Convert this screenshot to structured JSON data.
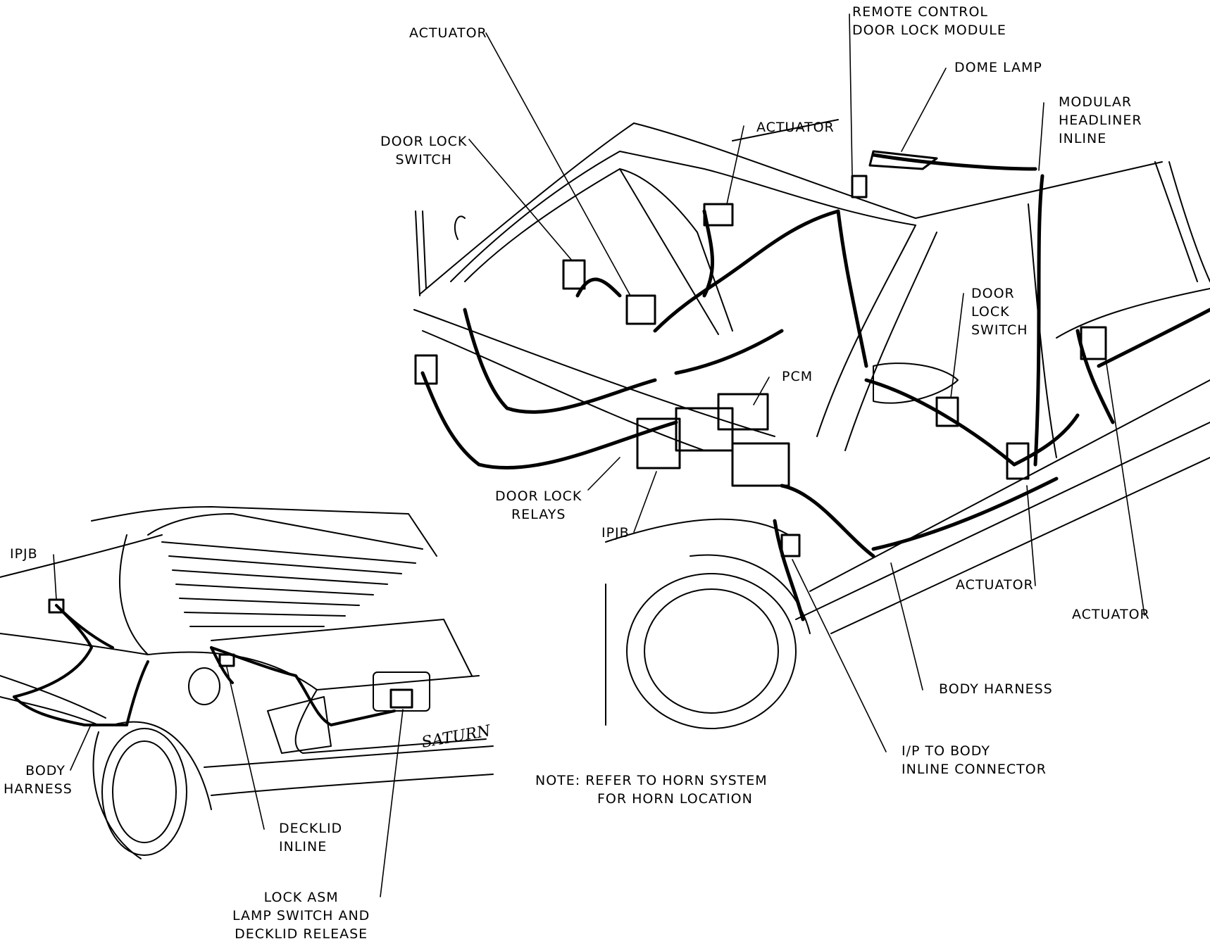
{
  "colors": {
    "ink": "#000000",
    "paper": "#ffffff"
  },
  "labels": {
    "actuator_top": [
      "ACTUATOR"
    ],
    "remote_module": [
      "REMOTE CONTROL",
      "DOOR LOCK MODULE"
    ],
    "dome_lamp": [
      "DOME LAMP"
    ],
    "modular_headliner": [
      "MODULAR",
      "HEADLINER",
      "INLINE"
    ],
    "door_lock_switch_left": [
      "DOOR LOCK",
      "SWITCH"
    ],
    "actuator_mid": [
      "ACTUATOR"
    ],
    "door_lock_switch_right": [
      "DOOR",
      "LOCK",
      "SWITCH"
    ],
    "pcm": [
      "PCM"
    ],
    "door_lock_relays": [
      "DOOR LOCK",
      "RELAYS"
    ],
    "ipjb_front": [
      "IPJB"
    ],
    "actuator_right1": [
      "ACTUATOR"
    ],
    "actuator_right2": [
      "ACTUATOR"
    ],
    "body_harness_front": [
      "BODY HARNESS"
    ],
    "ip_to_body": [
      "I/P TO BODY",
      "INLINE CONNECTOR"
    ],
    "note": [
      "NOTE: REFER TO HORN SYSTEM",
      "FOR HORN LOCATION"
    ],
    "ipjb_rear": [
      "IPJB"
    ],
    "body_harness_rear": [
      "BODY",
      "HARNESS"
    ],
    "decklid_inline": [
      "DECKLID",
      "INLINE"
    ],
    "lock_asm": [
      "LOCK ASM",
      "LAMP SWITCH AND",
      "DECKLID RELEASE"
    ],
    "badge": "SATURN"
  }
}
